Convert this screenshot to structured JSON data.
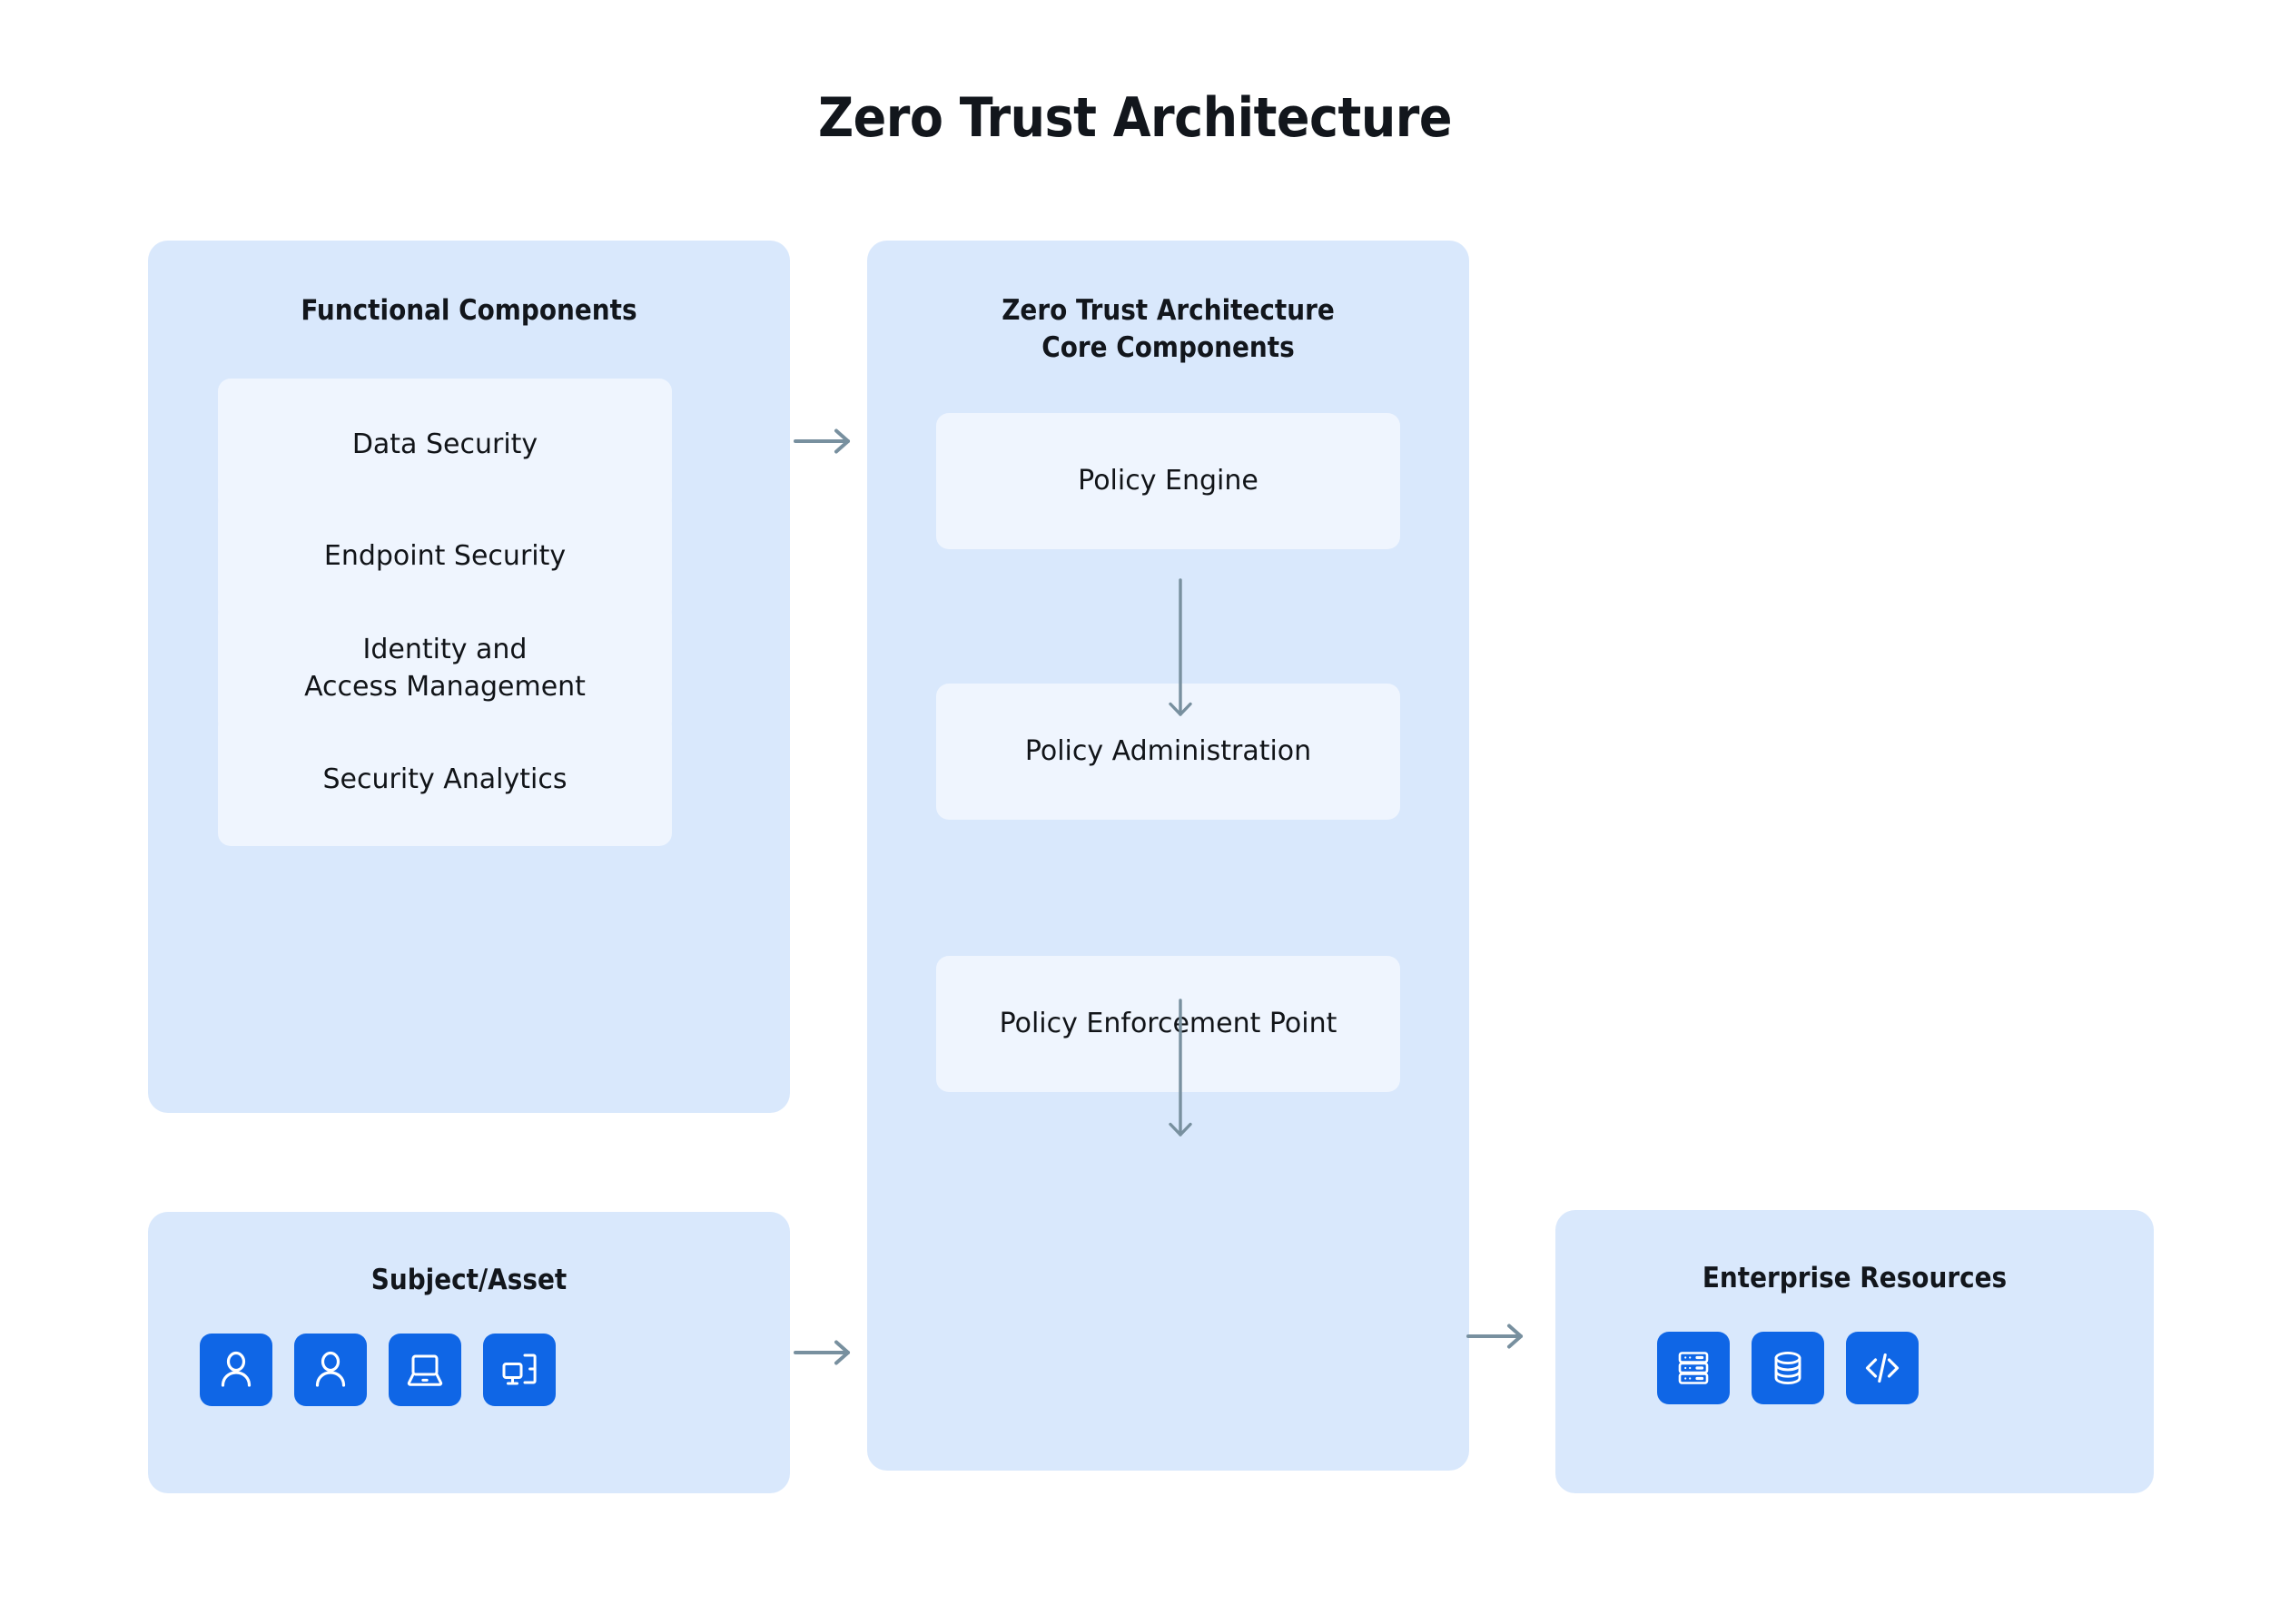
{
  "title": "Zero Trust Architecture",
  "colors": {
    "panel_background": "#d9e8fc",
    "card_background": "#eff5fe",
    "icon_tile_blue": "#0f66e6",
    "arrow_gray": "#78909f",
    "text_dark": "#111418",
    "page_background": "#ffffff"
  },
  "panels": {
    "functional": {
      "title": "Functional Components",
      "cards": [
        {
          "label": "Data Security"
        },
        {
          "label": "Endpoint Security"
        },
        {
          "label_line1": "Identity and",
          "label_line2": "Access Management"
        },
        {
          "label": "Security Analytics"
        }
      ]
    },
    "core": {
      "title_line1": "Zero Trust Architecture",
      "title_line2": "Core Components",
      "cards": [
        {
          "label": "Policy Engine"
        },
        {
          "label": "Policy Administration"
        },
        {
          "label": "Policy Enforcement Point"
        }
      ]
    },
    "subject": {
      "title": "Subject/Asset",
      "icons": [
        {
          "name": "user-icon"
        },
        {
          "name": "user-icon"
        },
        {
          "name": "laptop-icon"
        },
        {
          "name": "desktop-devices-icon"
        }
      ]
    },
    "enterprise": {
      "title": "Enterprise Resources",
      "icons": [
        {
          "name": "server-rack-icon"
        },
        {
          "name": "database-icon"
        },
        {
          "name": "code-brackets-icon"
        }
      ]
    }
  },
  "arrows": [
    {
      "name": "functional-to-core",
      "direction": "right"
    },
    {
      "name": "subject-to-core",
      "direction": "right"
    },
    {
      "name": "core-to-enterprise",
      "direction": "right"
    },
    {
      "name": "policy-engine-to-policy-administration",
      "direction": "down"
    },
    {
      "name": "policy-administration-to-policy-enforcement-point",
      "direction": "down"
    }
  ]
}
